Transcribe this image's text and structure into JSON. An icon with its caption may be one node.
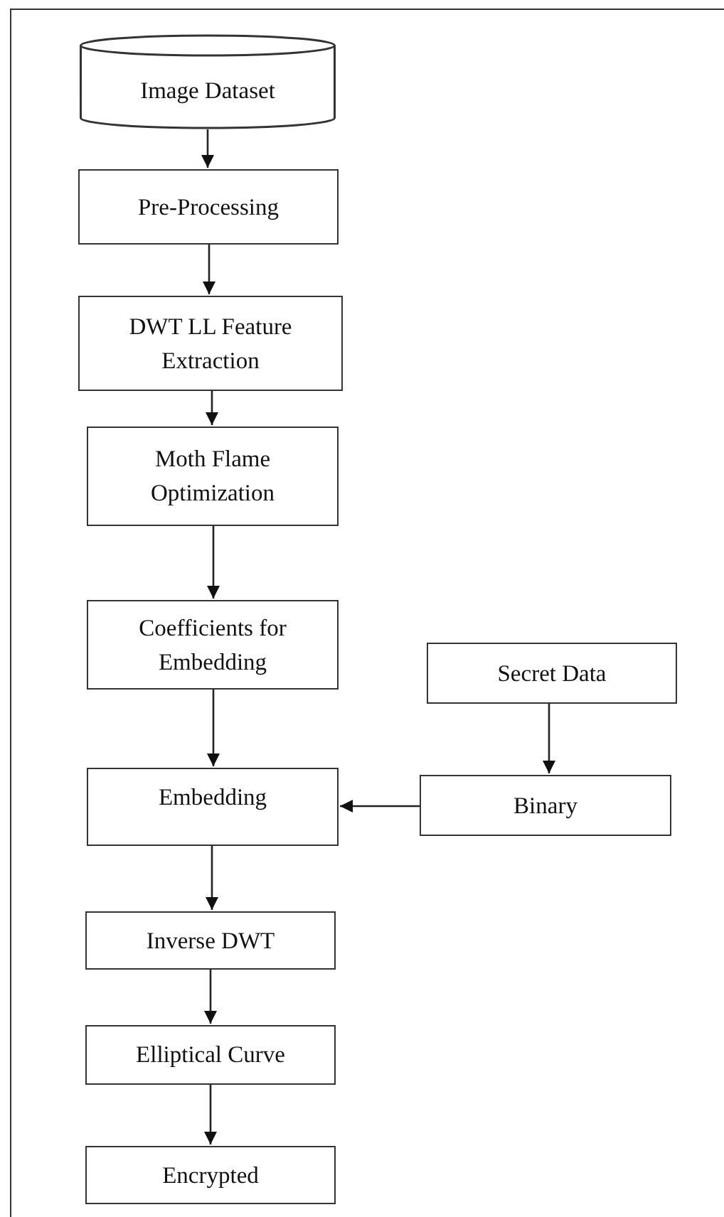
{
  "diagram": {
    "nodes": [
      {
        "text": [
          "Image Dataset"
        ]
      },
      {
        "text": [
          "Pre-Processing"
        ]
      },
      {
        "text": [
          "DWT LL Feature Extraction"
        ]
      },
      {
        "text": [
          "Moth Flame Optimization"
        ]
      },
      {
        "text": [
          "Coefficients for Embedding"
        ]
      },
      {
        "text": [
          "Embedding"
        ]
      },
      {
        "text": [
          "Secret Data"
        ]
      },
      {
        "text": [
          "Binary"
        ]
      },
      {
        "text": [
          "Inverse DWT"
        ]
      },
      {
        "text": [
          "Elliptical Curve"
        ]
      },
      {
        "text": [
          "Encrypted"
        ]
      }
    ],
    "edges": [
      {
        "from": 0,
        "to": 1,
        "arrow": "to"
      },
      {
        "from": 1,
        "to": 2,
        "arrow": "to"
      },
      {
        "from": 2,
        "to": 3,
        "arrow": "to"
      },
      {
        "from": 3,
        "to": 4,
        "arrow": "to"
      },
      {
        "from": 4,
        "to": 5,
        "arrow": "to"
      },
      {
        "from": 6,
        "to": 7,
        "arrow": "to"
      },
      {
        "from": 7,
        "to": 5,
        "arrow": "to"
      },
      {
        "from": 5,
        "to": 8,
        "arrow": "to"
      },
      {
        "from": 8,
        "to": 9,
        "arrow": "to"
      },
      {
        "from": 9,
        "to": 10,
        "arrow": "to"
      }
    ]
  }
}
